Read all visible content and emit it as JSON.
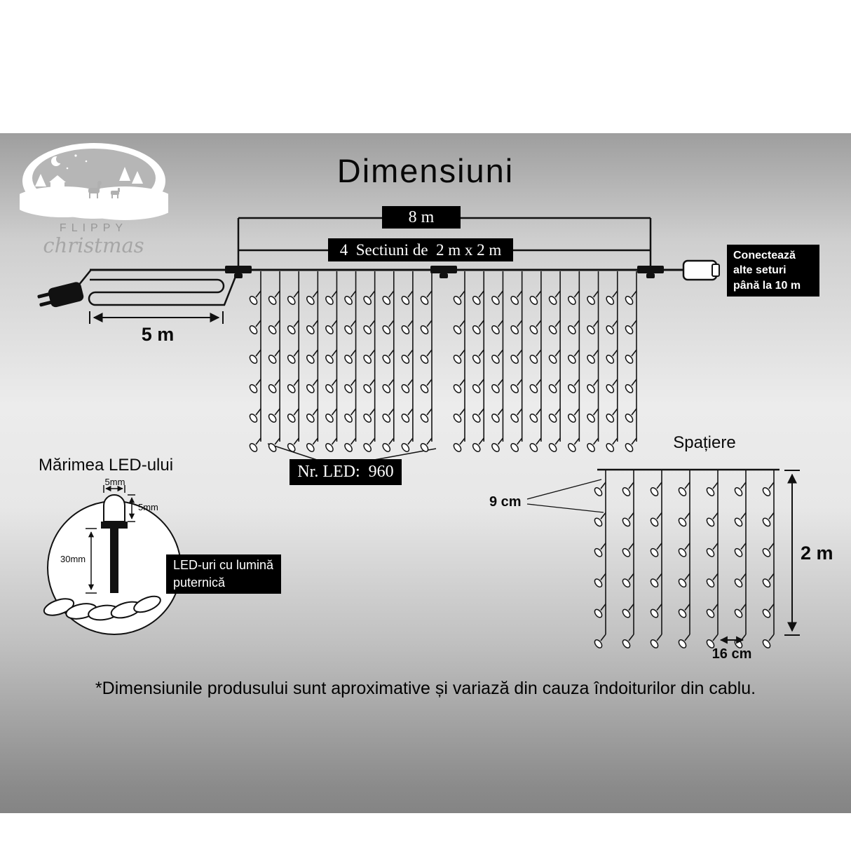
{
  "page": {
    "title": "Dimensiuni",
    "disclaimer": "*Dimensiunile produsului sunt aproximative și variază din cauza îndoiturilor din cablu."
  },
  "logo": {
    "brand": "FLIPPY",
    "script": "christmas"
  },
  "diagram": {
    "total_width_label": "8 m",
    "sections_label": "4  Sectiuni de  2 m x 2 m",
    "lead_length_label": "5 m",
    "connect_note_lines": [
      "Conectează",
      "alte seturi",
      "până la 10 m"
    ],
    "led_count_label": "Nr. LED:  960",
    "curtain": {
      "sections": 2,
      "strands_per_section": 10,
      "leds_per_strand": 6
    }
  },
  "led_size": {
    "heading": "Mărimea LED-ului",
    "width_label": "5mm",
    "height_label": "5mm",
    "length_label": "30mm",
    "callout_lines": [
      "LED-uri cu lumină",
      "puternică"
    ]
  },
  "spacing": {
    "heading": "Spațiere",
    "vertical_gap_label": "9 cm",
    "height_label": "2 m",
    "horizontal_gap_label": "16 cm",
    "strands": 7,
    "leds_per_strand": 6
  }
}
